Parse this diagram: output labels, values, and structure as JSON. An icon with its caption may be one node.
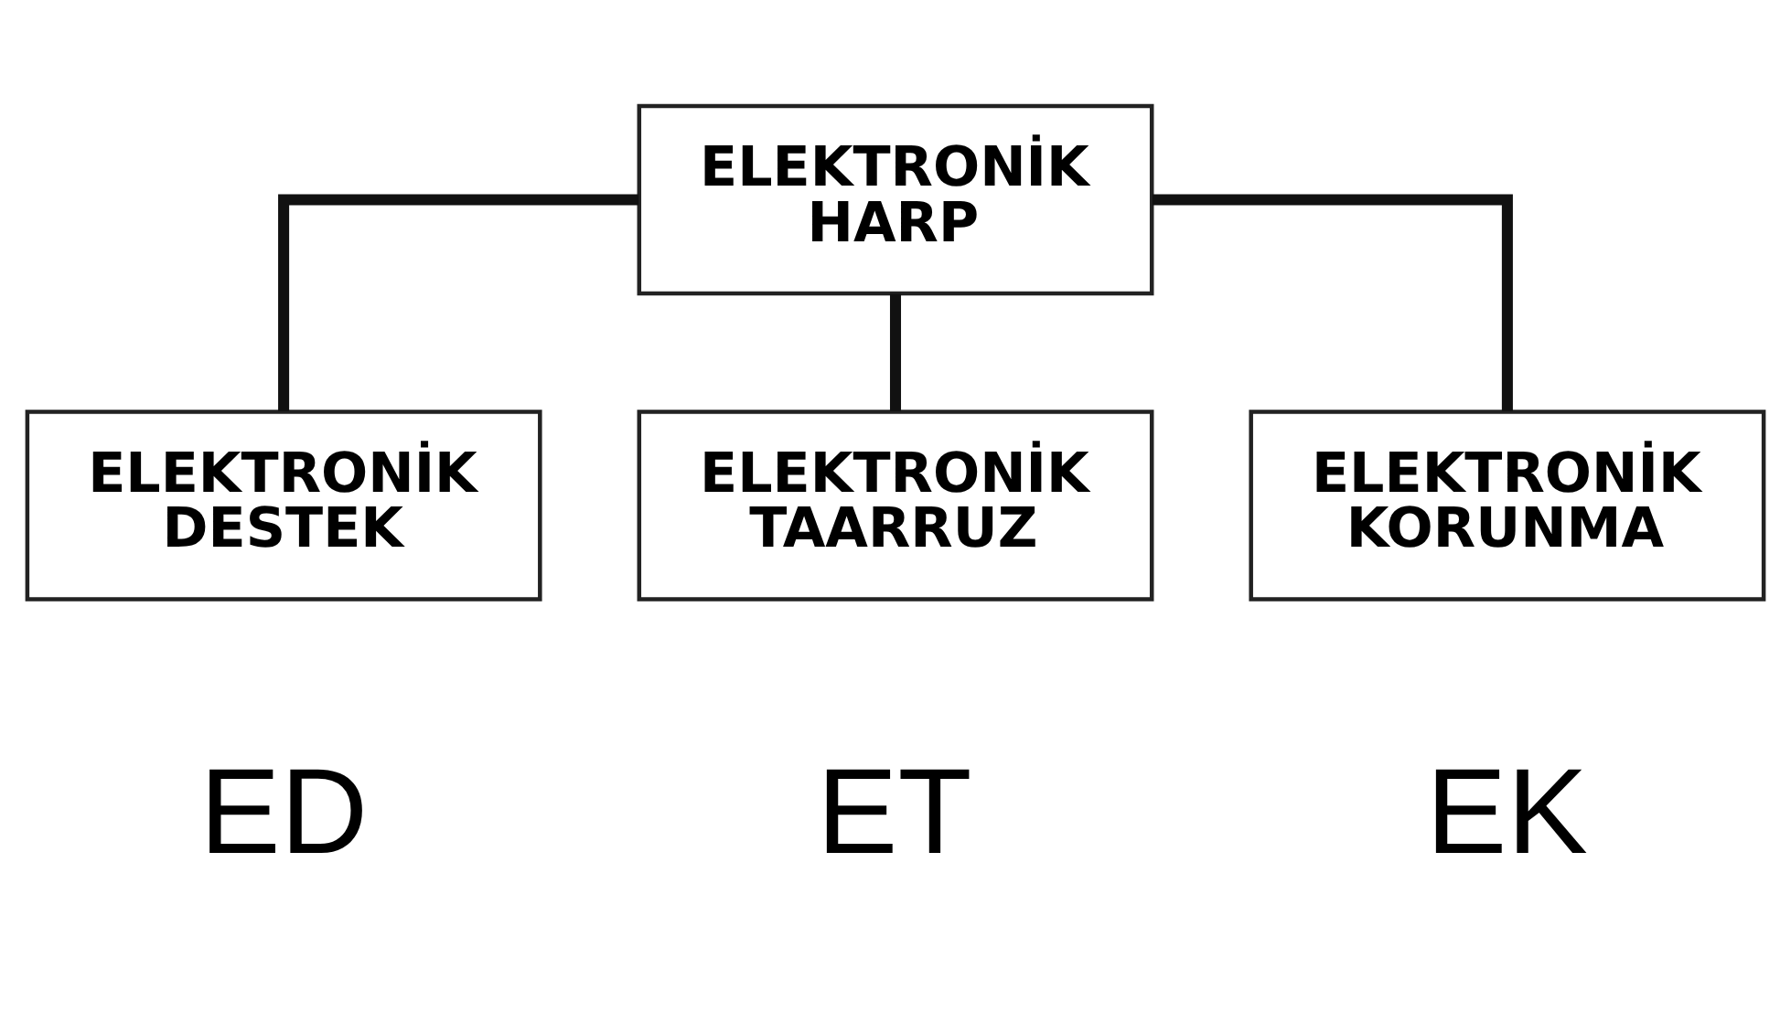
{
  "diagram": {
    "nodes": [
      {
        "text": [
          "ELEKTRONİK HARP"
        ]
      },
      {
        "text": [
          "ELEKTRONİK DESTEK"
        ],
        "beside": [
          "ED"
        ]
      },
      {
        "text": [
          "ELEKTRONİK TAARRUZ"
        ],
        "beside": [
          "ET"
        ]
      },
      {
        "text": [
          "ELEKTRONİK KORUNMA"
        ],
        "beside": [
          "EK"
        ]
      }
    ],
    "edges": [
      {
        "from": 0,
        "to": 1,
        "arrow": "none"
      },
      {
        "from": 0,
        "to": 2,
        "arrow": "none"
      },
      {
        "from": 0,
        "to": 3,
        "arrow": "none"
      }
    ]
  }
}
